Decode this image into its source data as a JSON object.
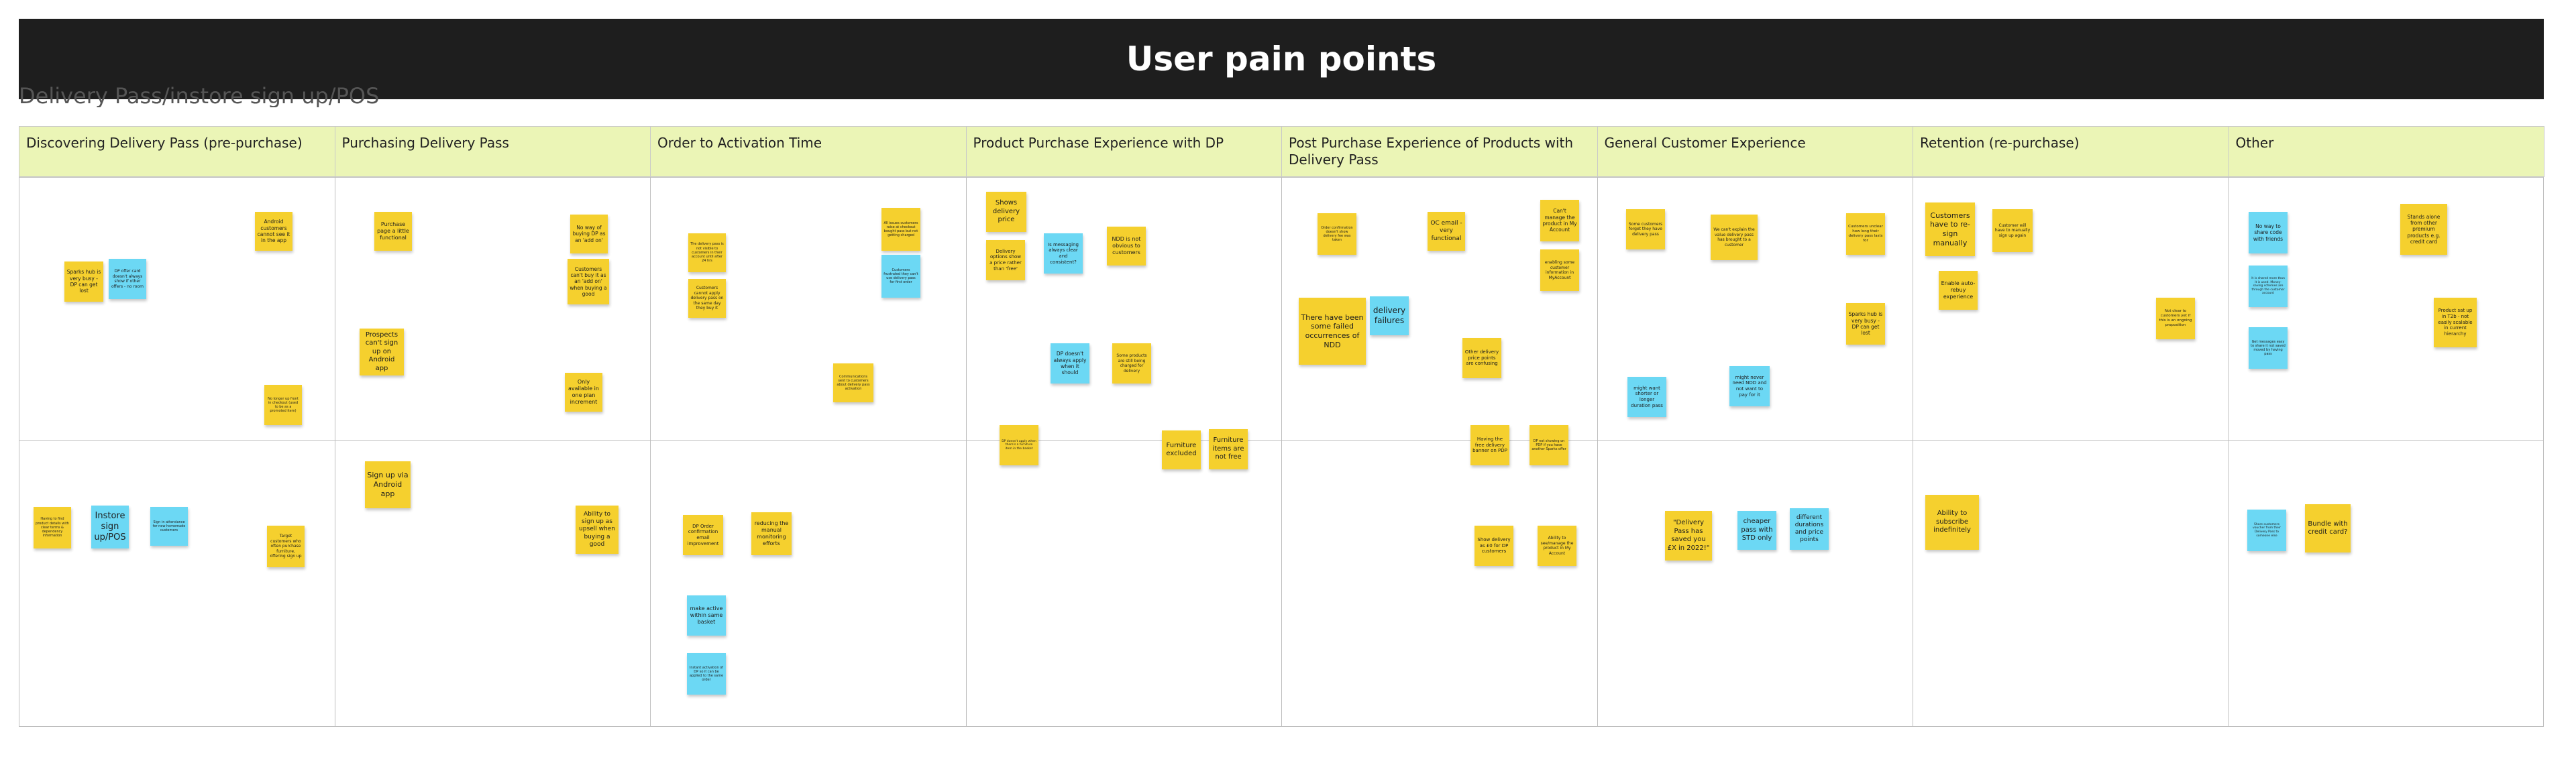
{
  "board": {
    "title": "User pain points",
    "subtitle": "Delivery Pass/instore sign up/POS",
    "colors": {
      "banner": "#1e1e1e",
      "header": "#ebf5b6",
      "yellow_sticky": "#f5d02e",
      "blue_sticky": "#6cd8f4"
    }
  },
  "columns": [
    {
      "label": "Discovering Delivery Pass (pre-purchase)"
    },
    {
      "label": "Purchasing Delivery Pass"
    },
    {
      "label": "Order to Activation Time"
    },
    {
      "label": "Product Purchase Experience with DP"
    },
    {
      "label": "Post Purchase Experience of Products with Delivery Pass"
    },
    {
      "label": "General Customer Experience"
    },
    {
      "label": "Retention (re-purchase)"
    },
    {
      "label": "Other"
    }
  ],
  "stickies": [
    {
      "text": "Android customers cannot see it in the app",
      "color": "yellow"
    },
    {
      "text": "Sparks hub is very busy - DP can get lost",
      "color": "yellow"
    },
    {
      "text": "DP offer card doesn't always show if other offers - no room",
      "color": "blue"
    },
    {
      "text": "No longer up front in checkout (used to be as a promoted item)",
      "color": "yellow"
    },
    {
      "text": "Having to find product details with clear terms & dependency information",
      "color": "yellow"
    },
    {
      "text": "Instore sign up/POS",
      "color": "blue"
    },
    {
      "text": "Sign in attendance for new homemade customers",
      "color": "blue"
    },
    {
      "text": "Target customers who often purchase furniture, offering sign up",
      "color": "yellow"
    },
    {
      "text": "Purchase page a little functional",
      "color": "yellow"
    },
    {
      "text": "No way of buying DP as an 'add on'",
      "color": "yellow"
    },
    {
      "text": "Customers can't buy it as an 'add on' when buying a good",
      "color": "yellow"
    },
    {
      "text": "Prospects can't sign up on Android app",
      "color": "yellow"
    },
    {
      "text": "Only available in one plan increment",
      "color": "yellow"
    },
    {
      "text": "Sign up via Android app",
      "color": "yellow"
    },
    {
      "text": "Ability to sign up as upsell when buying a good",
      "color": "yellow"
    },
    {
      "text": "The delivery pass is not visible to customers in their account until after 24 hrs",
      "color": "yellow"
    },
    {
      "text": "Customers cannot apply delivery pass on the same day they buy it",
      "color": "yellow"
    },
    {
      "text": "All issues customers raise at checkout bought pass but not getting charged",
      "color": "yellow"
    },
    {
      "text": "Customers frustrated they can't use delivery pass for first order",
      "color": "blue"
    },
    {
      "text": "Communications sent to customers about delivery pass activation",
      "color": "yellow"
    },
    {
      "text": "DP Order confirmation email improvement",
      "color": "yellow"
    },
    {
      "text": "reducing the manual monitoring efforts",
      "color": "yellow"
    },
    {
      "text": "make active within same basket",
      "color": "blue"
    },
    {
      "text": "Instant activation of DP so it can be applied to the same order",
      "color": "blue"
    },
    {
      "text": "Shows delivery price",
      "color": "yellow"
    },
    {
      "text": "Delivery options show a price rather than 'free'",
      "color": "yellow"
    },
    {
      "text": "Is messaging always clear and consistent?",
      "color": "blue"
    },
    {
      "text": "NDD is not obvious to customers",
      "color": "yellow"
    },
    {
      "text": "DP doesn't always apply when it should",
      "color": "blue"
    },
    {
      "text": "Some products are still being charged for delivery",
      "color": "yellow"
    },
    {
      "text": "DP doesn't apply when there's a furniture item in the basket",
      "color": "yellow"
    },
    {
      "text": "Furniture excluded",
      "color": "yellow"
    },
    {
      "text": "Furniture items are not free",
      "color": "yellow"
    },
    {
      "text": "Order confirmation doesn't show delivery fee was taken",
      "color": "yellow"
    },
    {
      "text": "OC email - very functional",
      "color": "yellow"
    },
    {
      "text": "Can't manage the product in My Account",
      "color": "yellow"
    },
    {
      "text": "enabling some customer information in MyAccount",
      "color": "yellow"
    },
    {
      "text": "There have been some failed occurrences of NDD",
      "color": "yellow"
    },
    {
      "text": "delivery failures",
      "color": "blue"
    },
    {
      "text": "Other delivery price points are confusing",
      "color": "yellow"
    },
    {
      "text": "Having the free delivery banner on PDP",
      "color": "yellow"
    },
    {
      "text": "DP not showing on PDP if you have another Sparks offer",
      "color": "yellow"
    },
    {
      "text": "Show delivery as £0 for DP customers",
      "color": "yellow"
    },
    {
      "text": "Ability to see/manage the product in My Account",
      "color": "yellow"
    },
    {
      "text": "Some customers forget they have delivery pass",
      "color": "yellow"
    },
    {
      "text": "We can't explain the value delivery pass has brought to a customer",
      "color": "yellow"
    },
    {
      "text": "Customers unclear how long their delivery pass lasts for",
      "color": "yellow"
    },
    {
      "text": "Sparks hub is very busy - DP can get lost",
      "color": "yellow"
    },
    {
      "text": "might want shorter or longer duration pass",
      "color": "blue"
    },
    {
      "text": "might never need NDD and not want to pay for it",
      "color": "blue"
    },
    {
      "text": "\"Delivery Pass has saved you £X in 2022!\"",
      "color": "yellow"
    },
    {
      "text": "cheaper pass with STD only",
      "color": "blue"
    },
    {
      "text": "different durations and price points",
      "color": "blue"
    },
    {
      "text": "Customers have to re-sign manually",
      "color": "yellow"
    },
    {
      "text": "Customer will have to manually sign up again",
      "color": "yellow"
    },
    {
      "text": "Enable auto-rebuy experience",
      "color": "yellow"
    },
    {
      "text": "Not clear to customers yet if this is an ongoing proposition",
      "color": "yellow"
    },
    {
      "text": "Ability to subscribe indefinitely",
      "color": "yellow"
    },
    {
      "text": "No way to share code with friends",
      "color": "blue"
    },
    {
      "text": "Stands alone from other premium products e.g. credit card",
      "color": "yellow"
    },
    {
      "text": "It is shared more than it is used. Money-saving schemes are through the customer account",
      "color": "blue"
    },
    {
      "text": "Product sat up in T2b - not easily scalable in current hierarchy",
      "color": "yellow"
    },
    {
      "text": "Get messages easy to share it not saved moved by having pass",
      "color": "blue"
    },
    {
      "text": "Share customers voucher from their Delivery Pass to someone else",
      "color": "blue"
    },
    {
      "text": "Bundle with credit card?",
      "color": "yellow"
    }
  ]
}
